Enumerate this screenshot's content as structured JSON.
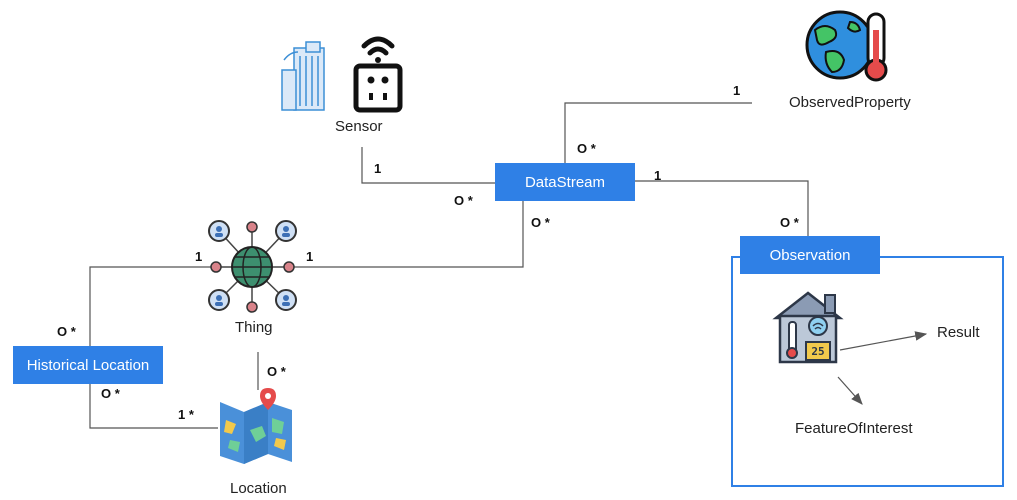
{
  "nodes": {
    "sensor": "Sensor",
    "datastream": "DataStream",
    "observed_property": "ObservedProperty",
    "observation": "Observation",
    "thing": "Thing",
    "historical_location": "Historical Location",
    "location": "Location",
    "result": "Result",
    "feature_of_interest": "FeatureOfInterest"
  },
  "multiplicities": {
    "sensor_side": "1",
    "datastream_sensor_side": "O *",
    "datastream_top": "O *",
    "observed_property_side": "1",
    "datastream_right": "1",
    "observation_top": "O *",
    "datastream_bottom": "O *",
    "thing_left": "1",
    "thing_right": "1",
    "historical_location_top": "O *",
    "historical_location_bottom": "O *",
    "location_left": "1 *",
    "thing_bottom": "O *"
  },
  "colors": {
    "box_fill": "#2f80e6",
    "box_text": "#ffffff",
    "line": "#555555",
    "frame": "#2f80e6"
  },
  "icons": {
    "sensor": "building-and-wifi-sensor-icon",
    "observed_property": "globe-thermometer-icon",
    "thing": "network-globe-people-icon",
    "location": "folded-map-pin-icon",
    "observation": "smart-house-thermostat-icon"
  }
}
